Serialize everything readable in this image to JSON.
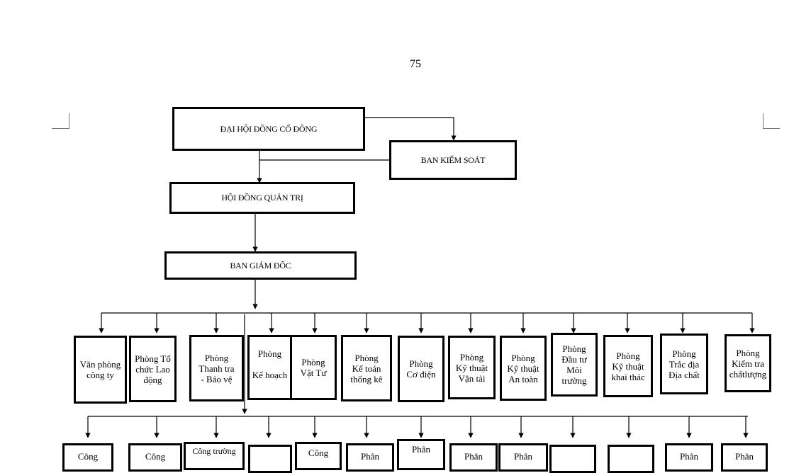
{
  "page_number": "75",
  "shareholders": "ĐẠI HỘI ĐỒNG CỔ ĐÔNG",
  "supervisory_board": "BAN KIỂM SOÁT",
  "board_of_directors": "HỘI ĐỒNG QUẢN TRỊ",
  "management_board": "BAN GIÁM ĐỐC",
  "departments": [
    "Văn phòng\ncông ty",
    "Phòng Tổ\nchức Lao\nđộng",
    "Phòng\nThanh tra\n- Bảo vệ",
    "Phòng\n\nKế hoạch",
    "Phòng\nVật Tư",
    "Phòng\nKế toán\nthống kê",
    "Phòng\nCơ điện",
    "Phòng\nKỹ thuật\nVận tải",
    "Phòng\nKỹ thuật\nAn toàn",
    "Phòng\nĐầu tư\nMôi\ntrường",
    "Phòng\nKỹ thuật\nkhai thác",
    "Phòng\nTrắc địa\nĐịa chất",
    "Phòng\nKiểm tra\nchấtlượng"
  ],
  "units": [
    "Công",
    "Công",
    "Công trường",
    "",
    "Công",
    "Phân",
    "Phân",
    "Phân",
    "Phân",
    "",
    "",
    "Phân",
    "Phân"
  ]
}
